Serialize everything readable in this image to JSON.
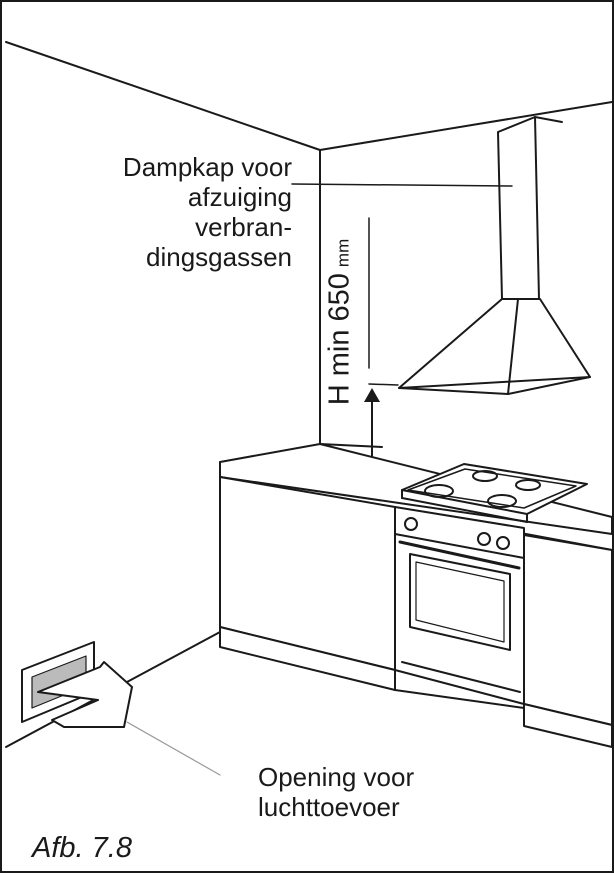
{
  "hood_label": {
    "line1": "Dampkap voor",
    "line2": "afzuiging",
    "line3": "verbran-",
    "line4": "dingsgassen"
  },
  "dimension": {
    "value": "H min 650",
    "unit": "mm"
  },
  "opening_label": {
    "line1": "Opening voor",
    "line2": "luchttoevoer"
  },
  "caption": "Afb. 7.8",
  "colors": {
    "ink": "#1a1a1a",
    "shade": "#bbbbbb",
    "paper": "#ffffff"
  }
}
